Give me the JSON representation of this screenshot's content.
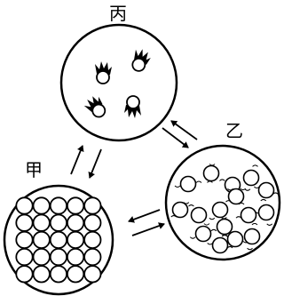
{
  "states": {
    "bing": {
      "label": "丙"
    },
    "yi": {
      "label": "乙"
    },
    "jia": {
      "label": "甲"
    }
  },
  "colors": {
    "stroke": "#000000",
    "fill": "#ffffff"
  }
}
